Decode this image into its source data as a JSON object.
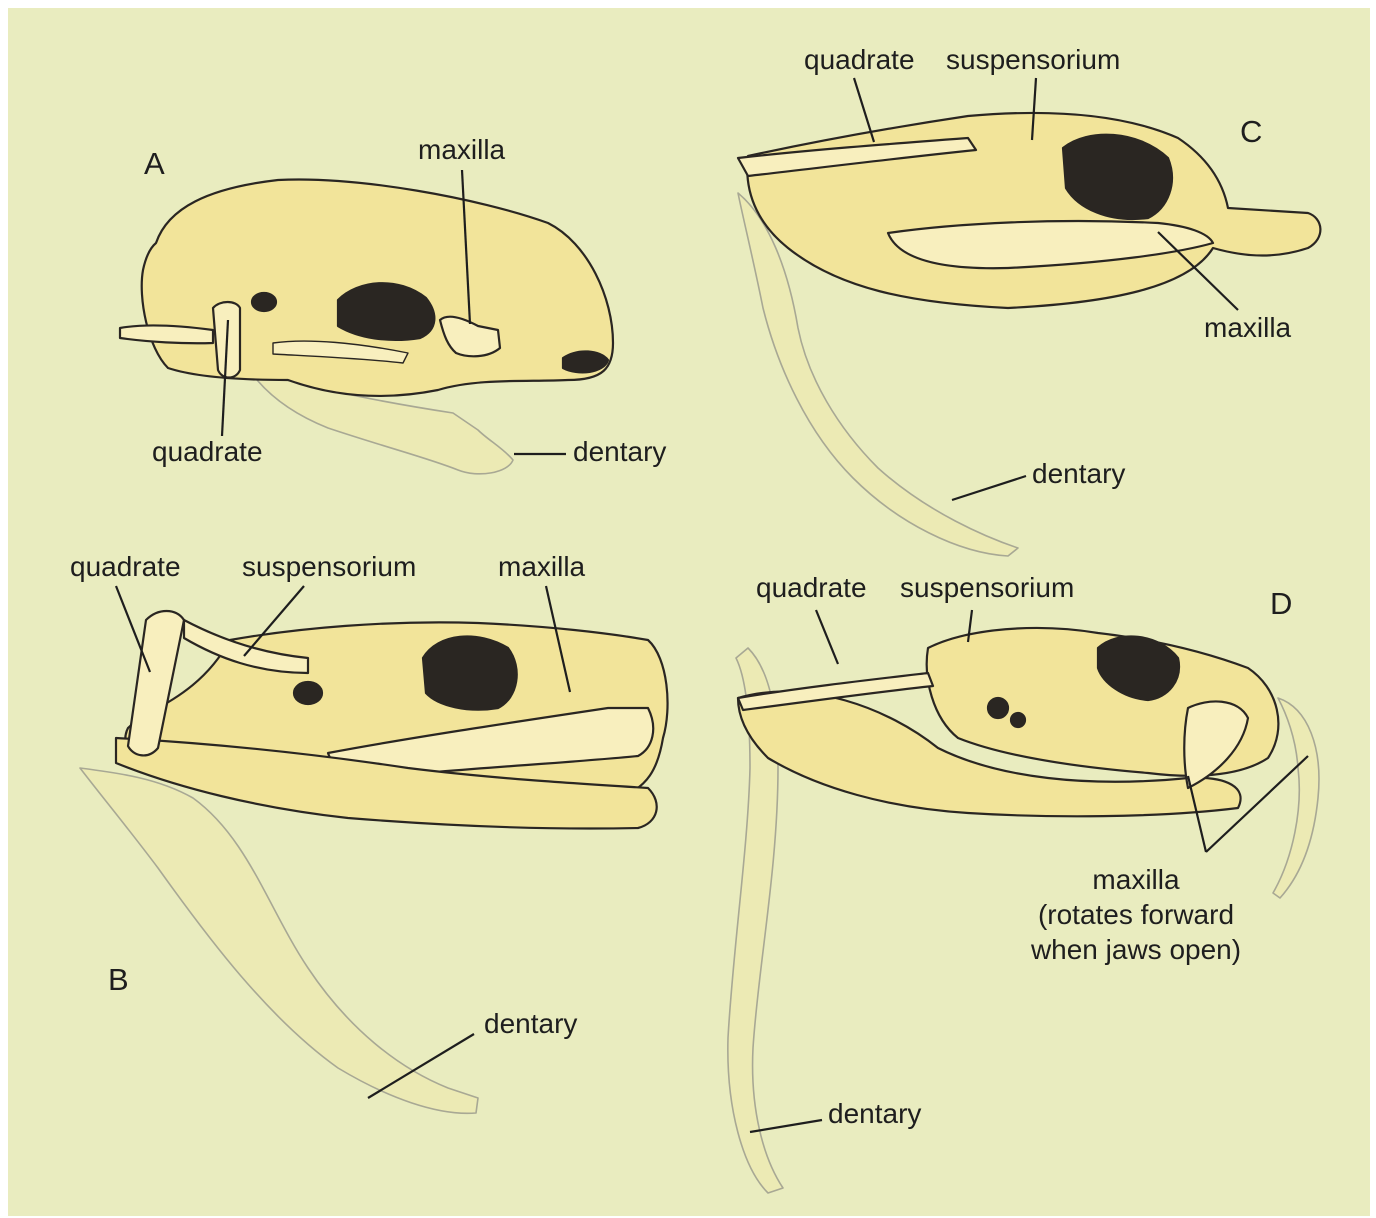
{
  "colors": {
    "background": "#e9ecbf",
    "bone": "#f2e49a",
    "bone_light": "#f8efbe",
    "bone_faded": "#eceab4",
    "shadow": "#2a2622",
    "ink": "#1e1e1e"
  },
  "panels": {
    "a": {
      "letter": "A",
      "quadrate": "quadrate",
      "maxilla": "maxilla",
      "dentary": "dentary"
    },
    "b": {
      "letter": "B",
      "quadrate": "quadrate",
      "suspensorium": "suspensorium",
      "maxilla": "maxilla",
      "dentary": "dentary"
    },
    "c": {
      "letter": "C",
      "quadrate": "quadrate",
      "suspensorium": "suspensorium",
      "maxilla": "maxilla",
      "dentary": "dentary"
    },
    "d": {
      "letter": "D",
      "quadrate": "quadrate",
      "suspensorium": "suspensorium",
      "maxilla_lines": [
        "maxilla",
        "(rotates forward",
        "when jaws open)"
      ],
      "dentary": "dentary"
    }
  }
}
